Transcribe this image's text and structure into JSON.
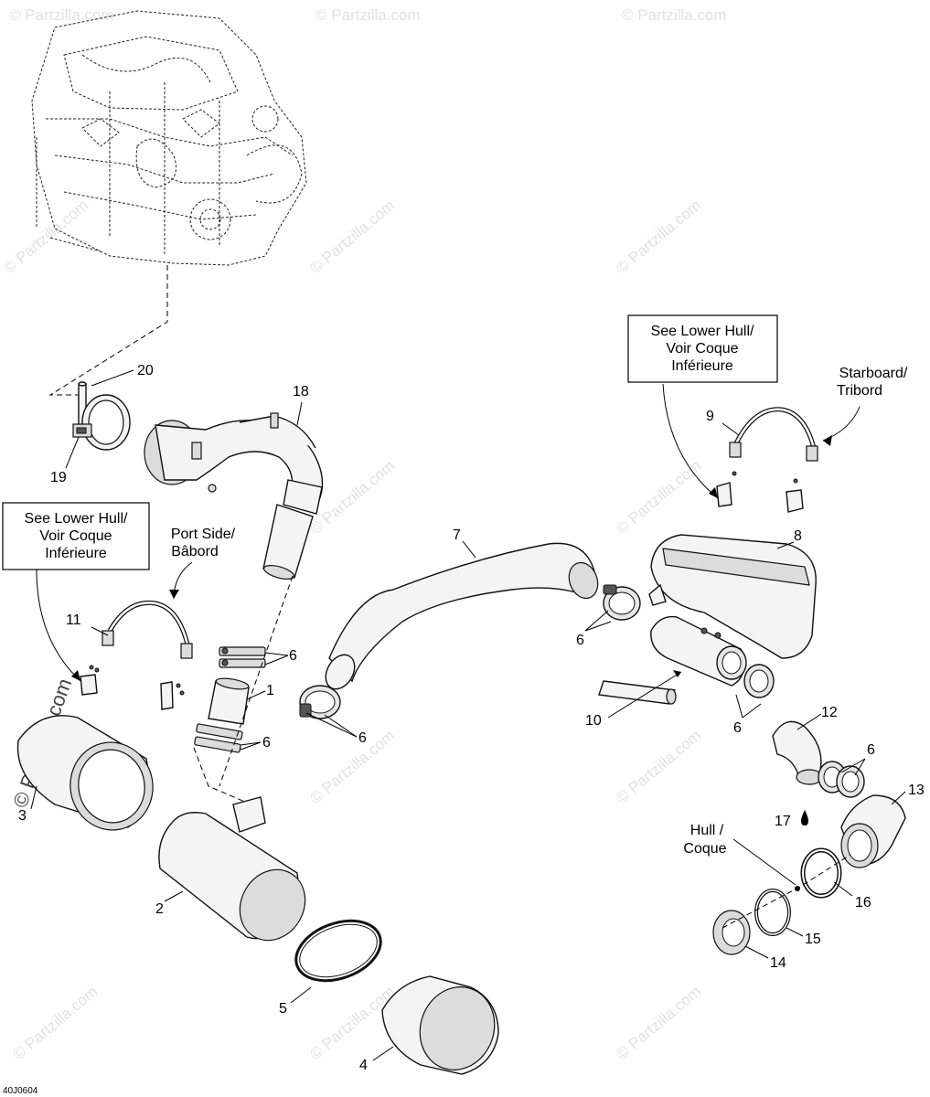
{
  "callouts": {
    "n1": "1",
    "n2": "2",
    "n3": "3",
    "n4": "4",
    "n5": "5",
    "n6a": "6",
    "n6b": "6",
    "n6c": "6",
    "n6d": "6",
    "n6e": "6",
    "n6f": "6",
    "n7": "7",
    "n8": "8",
    "n9": "9",
    "n10": "10",
    "n11": "11",
    "n12": "12",
    "n13": "13",
    "n14": "14",
    "n15": "15",
    "n16": "16",
    "n17": "17",
    "n18": "18",
    "n19": "19",
    "n20": "20"
  },
  "notes": {
    "lower_hull_right": [
      "See Lower Hull/",
      "Voir Coque",
      "Inférieure"
    ],
    "lower_hull_left": [
      "See Lower Hull/",
      "Voir Coque",
      "Inférieure"
    ],
    "starboard": [
      "Starboard/",
      "Tribord"
    ],
    "port": [
      "Port Side/",
      "Bâbord"
    ],
    "hull": [
      "Hull /",
      "Coque"
    ]
  },
  "watermark": {
    "small": "© Partzilla.com",
    "large": "© Partzilla.com"
  },
  "diagram_code": "40J0604",
  "icons": [
    "engine-outline",
    "loctite-drop-icon"
  ]
}
